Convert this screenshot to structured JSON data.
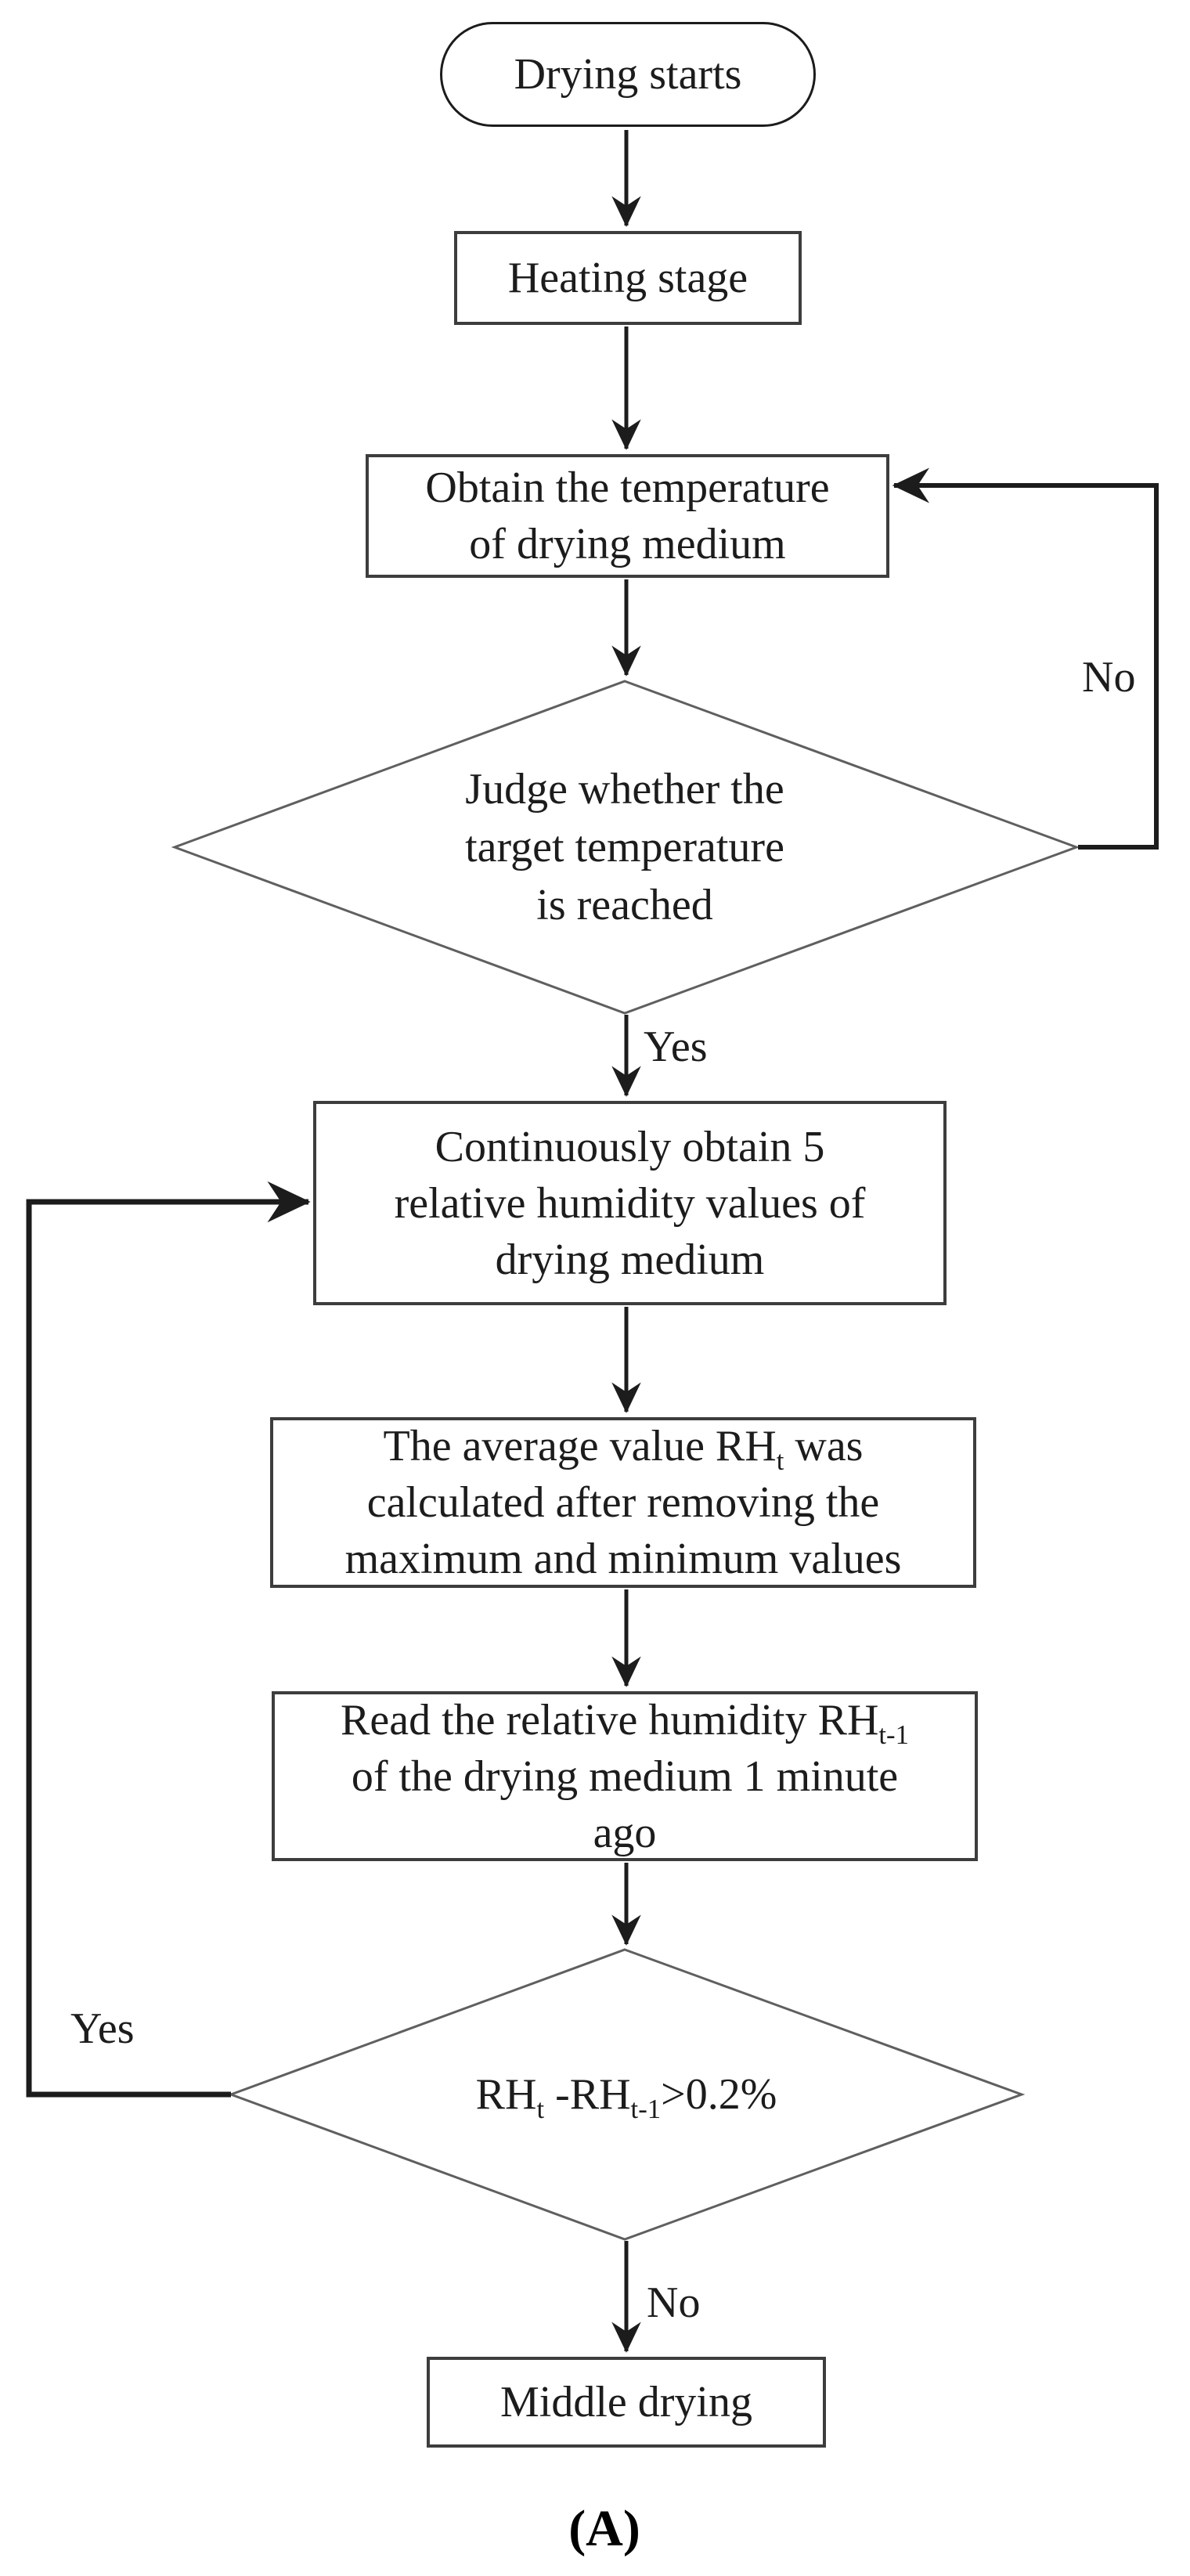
{
  "figure": {
    "caption": "(A)",
    "nodes": {
      "start": {
        "label": "Drying starts"
      },
      "heating": {
        "label": "Heating stage"
      },
      "obtain_temp": {
        "lines": [
          "Obtain the temperature",
          "of drying medium"
        ]
      },
      "judge_temp": {
        "lines": [
          "Judge whether the",
          "target temperature",
          "is reached"
        ]
      },
      "obtain_rh": {
        "lines": [
          "Continuously obtain 5",
          "relative humidity values of",
          "drying medium"
        ]
      },
      "average_rh": {
        "lines": [
          [
            {
              "t": "The average value RH"
            },
            {
              "t": "t",
              "sub": true
            },
            {
              "t": " was"
            }
          ],
          [
            {
              "t": "calculated after removing the"
            }
          ],
          [
            {
              "t": "maximum and minimum values"
            }
          ]
        ]
      },
      "read_rh": {
        "lines": [
          [
            {
              "t": "Read the relative humidity RH"
            },
            {
              "t": "t-1",
              "sub": true
            }
          ],
          [
            {
              "t": "of the drying medium 1 minute"
            }
          ],
          [
            {
              "t": "ago"
            }
          ]
        ]
      },
      "judge_rh": {
        "line": [
          {
            "t": "RH"
          },
          {
            "t": "t",
            "sub": true
          },
          {
            "t": " -RH"
          },
          {
            "t": "t-1",
            "sub": true
          },
          {
            "t": ">0.2%"
          }
        ]
      },
      "middle": {
        "label": "Middle drying"
      }
    },
    "edge_labels": {
      "temp_no": "No",
      "temp_yes": "Yes",
      "rh_yes": "Yes",
      "rh_no": "No"
    },
    "colors": {
      "arrow_line": "#1c1c1c",
      "box_border": "#3d3d3d",
      "diamond_border": "#5f5f5f",
      "text": "#1c1c1c",
      "background": "#ffffff"
    }
  }
}
